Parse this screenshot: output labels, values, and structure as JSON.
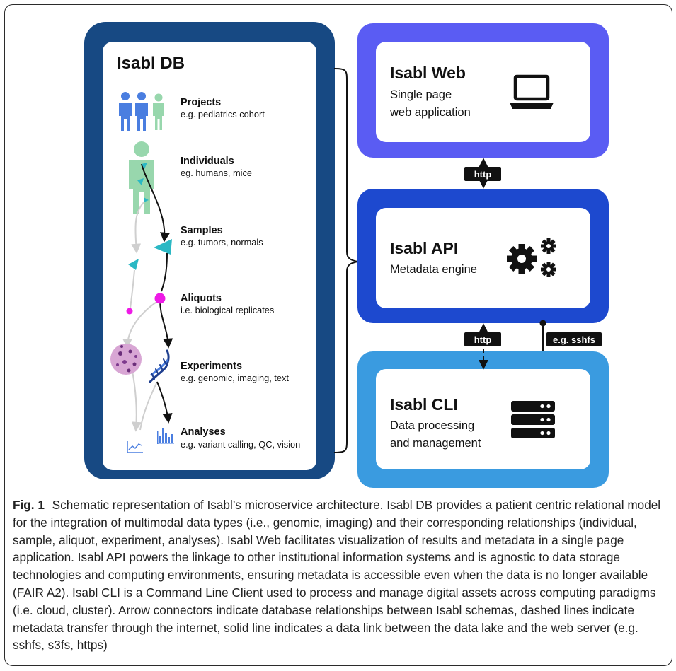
{
  "colors": {
    "db_frame": "#174983",
    "web_frame": "#5a5cf3",
    "api_frame": "#1d49cf",
    "cli_frame": "#3a9be0",
    "person_blue": "#4a7ee0",
    "person_green": "#98d7ad",
    "triangle_teal": "#2bb8c4",
    "aliquot_magenta": "#ee1ae6",
    "tag_bg": "#111111"
  },
  "db": {
    "title": "Isabl DB",
    "items": [
      {
        "name": "Projects",
        "desc": "e.g. pediatrics cohort"
      },
      {
        "name": "Individuals",
        "desc": "eg. humans, mice"
      },
      {
        "name": "Samples",
        "desc": "e.g. tumors, normals"
      },
      {
        "name": "Aliquots",
        "desc": "i.e. biological replicates"
      },
      {
        "name": "Experiments",
        "desc": "e.g. genomic, imaging, text"
      },
      {
        "name": "Analyses",
        "desc": "e.g. variant calling, QC, vision"
      }
    ]
  },
  "web": {
    "title": "Isabl Web",
    "desc_line1": "Single page",
    "desc_line2": "web application",
    "icon": "laptop-icon"
  },
  "api": {
    "title": "Isabl API",
    "desc_line1": "Metadata engine",
    "icon": "gears-icon"
  },
  "cli": {
    "title": "Isabl CLI",
    "desc_line1": "Data processing",
    "desc_line2": "and management",
    "icon": "server-icon"
  },
  "connectors": {
    "http_top": "http",
    "http_bottom": "http",
    "sshfs": "e.g. sshfs"
  },
  "caption": {
    "label": "Fig. 1",
    "text": "Schematic representation of Isabl’s microservice architecture. Isabl DB provides a patient centric relational model for the integration of multimodal data types (i.e., genomic, imaging) and their corresponding relationships (individual, sample, aliquot, experiment, analyses). Isabl Web facilitates visualization of results and metadata in a single page application. Isabl API powers the linkage to other institutional information systems and is agnostic to data storage technologies and computing environments, ensuring metadata is accessible even when the data is no longer available (FAIR A2). Isabl CLI is a Command Line Client used to process and manage digital assets across computing paradigms (i.e. cloud, cluster). Arrow connectors indicate database relationships between Isabl schemas, dashed lines indicate metadata transfer through the internet, solid line indicates a data link between the data lake and the web server (e.g. sshfs, s3fs, https)"
  }
}
